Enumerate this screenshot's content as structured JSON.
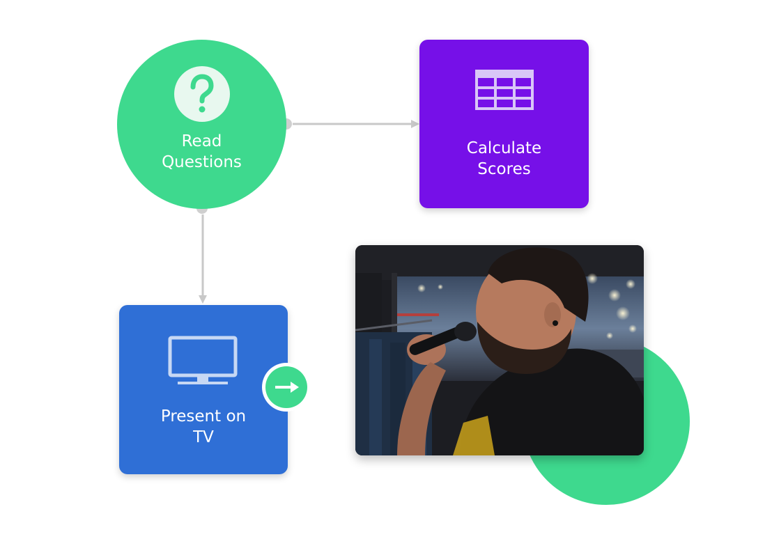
{
  "nodes": {
    "read_questions": {
      "label": "Read\nQuestions",
      "icon": "question-mark-icon",
      "color": "#3ed98e"
    },
    "calculate_scores": {
      "label": "Calculate\nScores",
      "icon": "grid-table-icon",
      "color": "#7610e8"
    },
    "present_on_tv": {
      "label": "Present on\nTV",
      "icon": "tv-monitor-icon",
      "color": "#2f6fd6"
    }
  },
  "badges": {
    "arrow": {
      "icon": "arrow-right-icon",
      "color": "#3ed98e"
    }
  },
  "edges": [
    {
      "from": "read_questions",
      "to": "calculate_scores"
    },
    {
      "from": "read_questions",
      "to": "present_on_tv"
    }
  ],
  "photo": {
    "subject": "man-singing-into-microphone-photo"
  },
  "colors": {
    "connector": "#c8c8c8",
    "accent_green": "#3ed98e"
  }
}
